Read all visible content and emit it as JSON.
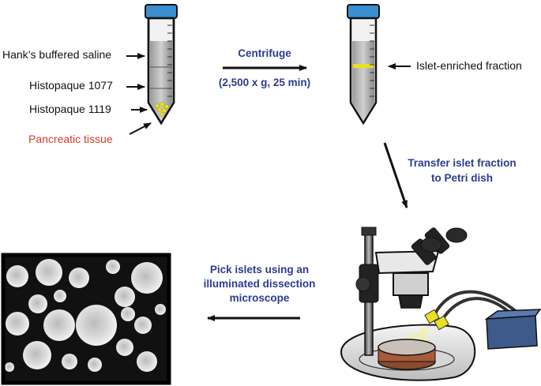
{
  "tube_labels": {
    "hanks": "Hank’s buffered saline",
    "histo1077": "Histopaque 1077",
    "histo1119": "Histopaque 1119",
    "tissue": "Pancreatic tissue"
  },
  "islet_fraction_label": "Islet-enriched fraction",
  "steps": {
    "centrifuge": "Centrifuge",
    "centrifuge_params": "(2,500 x g, 25 min)",
    "transfer_line1": "Transfer islet fraction",
    "transfer_line2": "to Petri dish",
    "pick_line1": "Pick islets using an",
    "pick_line2": "illuminated dissection",
    "pick_line3": "microscope"
  },
  "colors": {
    "step_text": "#2d3b8e",
    "tissue_text": "#d63a2a",
    "cap": "#3b8fd0",
    "islet_dots": "#e8e020"
  }
}
